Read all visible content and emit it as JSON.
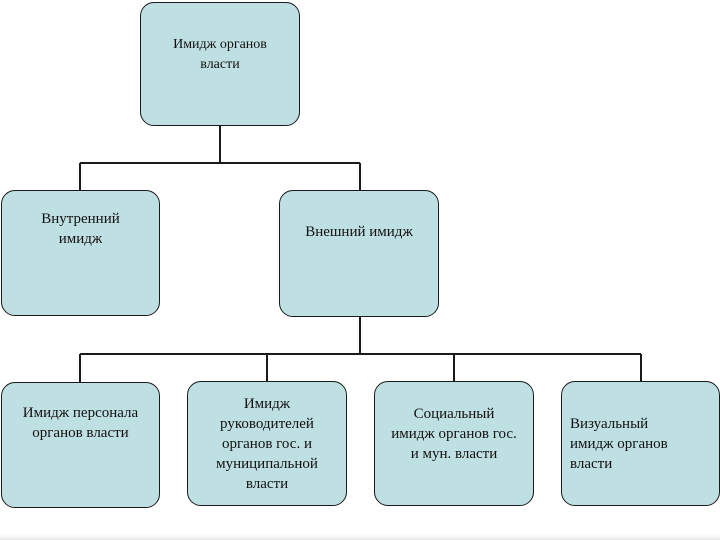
{
  "nodes": {
    "root": "Имидж органов\nвласти",
    "internal": "Внутренний\nимидж",
    "external": "Внешний имидж",
    "staff": "Имидж персонала\nорганов власти",
    "leaders": "Имидж\nруководителей\nорганов гос. и\nмуниципальной\nвласти",
    "social": "Социальный\nимидж органов гос.\nи мун. власти",
    "visual": "Визуальный\nимидж органов\nвласти"
  },
  "colors": {
    "box_fill": "#bfe0e3",
    "line": "#1a1a1a"
  }
}
